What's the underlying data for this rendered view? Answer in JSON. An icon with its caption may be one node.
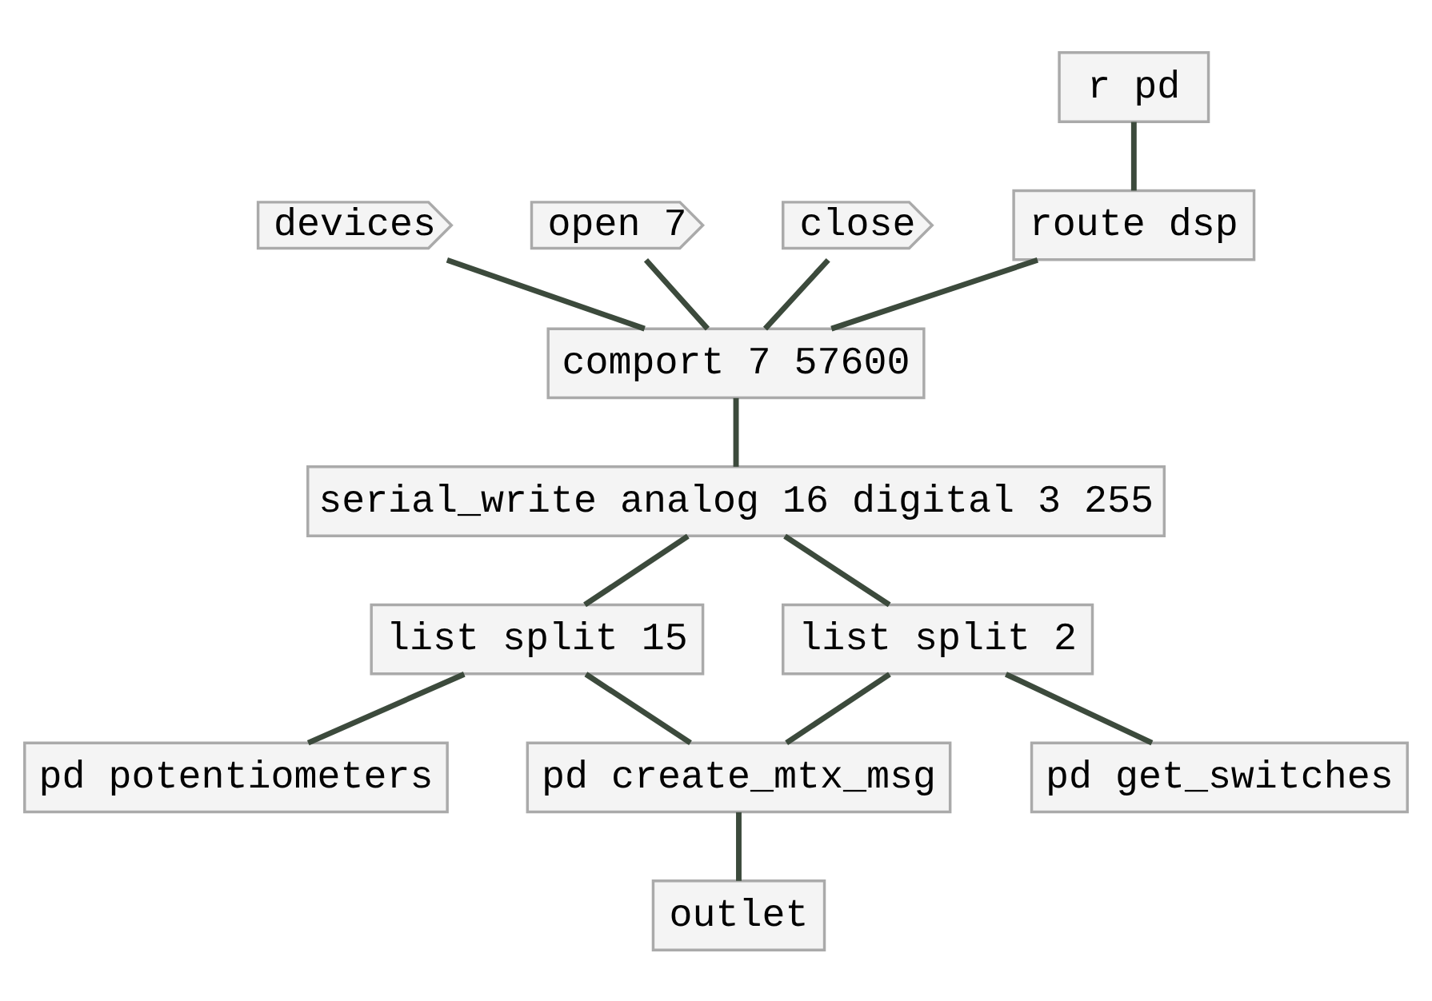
{
  "diagram": {
    "nodes": [
      {
        "text": [
          "devices"
        ]
      },
      {
        "text": [
          "open 7"
        ]
      },
      {
        "text": [
          "close"
        ]
      },
      {
        "text": [
          "r pd"
        ]
      },
      {
        "text": [
          "route dsp"
        ]
      },
      {
        "text": [
          "comport 7 57600"
        ]
      },
      {
        "text": [
          "serial_write analog 16 digital 3 255"
        ]
      },
      {
        "text": [
          "list split 15"
        ]
      },
      {
        "text": [
          "list split 2"
        ]
      },
      {
        "text": [
          "pd create_mtx_msg"
        ]
      },
      {
        "text": [
          "pd get_switches"
        ]
      },
      {
        "text": [
          "outlet"
        ]
      },
      {
        "text": [
          "pd potentiometers"
        ]
      }
    ],
    "edges": [
      {
        "from": 0,
        "to": 5,
        "arrow": "none"
      },
      {
        "from": 1,
        "to": 5,
        "arrow": "none"
      },
      {
        "from": 2,
        "to": 5,
        "arrow": "none"
      },
      {
        "from": 3,
        "to": 4,
        "arrow": "none"
      },
      {
        "from": 4,
        "to": 5,
        "arrow": "none"
      },
      {
        "from": 5,
        "to": 6,
        "arrow": "none"
      },
      {
        "from": 6,
        "to": 7,
        "arrow": "none"
      },
      {
        "from": 6,
        "to": 8,
        "arrow": "none"
      },
      {
        "from": 7,
        "to": 12,
        "arrow": "none"
      },
      {
        "from": 7,
        "to": 9,
        "arrow": "none"
      },
      {
        "from": 8,
        "to": 9,
        "arrow": "none"
      },
      {
        "from": 8,
        "to": 10,
        "arrow": "none"
      },
      {
        "from": 9,
        "to": 11,
        "arrow": "none"
      }
    ]
  }
}
